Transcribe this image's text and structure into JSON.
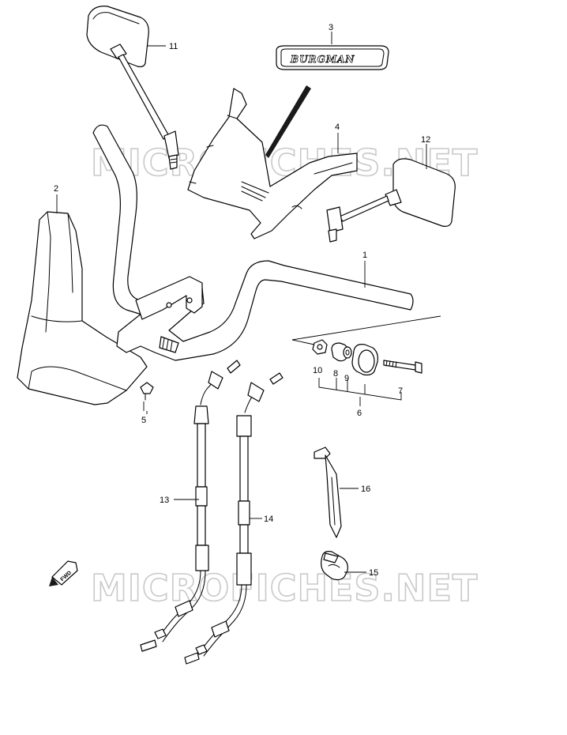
{
  "diagram": {
    "watermarks": [
      "MICROFICHES.NET",
      "MICROFICHES.NET"
    ],
    "badge_text": "BURGMAN",
    "fwd_label": "FWD",
    "callouts": [
      "1",
      "2",
      "3",
      "4",
      "5",
      "6",
      "7",
      "8",
      "9",
      "10",
      "11",
      "12",
      "13",
      "14",
      "15",
      "16"
    ],
    "colors": {
      "line": "#000000",
      "watermark_outline": "#c9c9c9",
      "background": "#ffffff"
    },
    "icons": [
      "fwd-arrow-icon"
    ]
  }
}
